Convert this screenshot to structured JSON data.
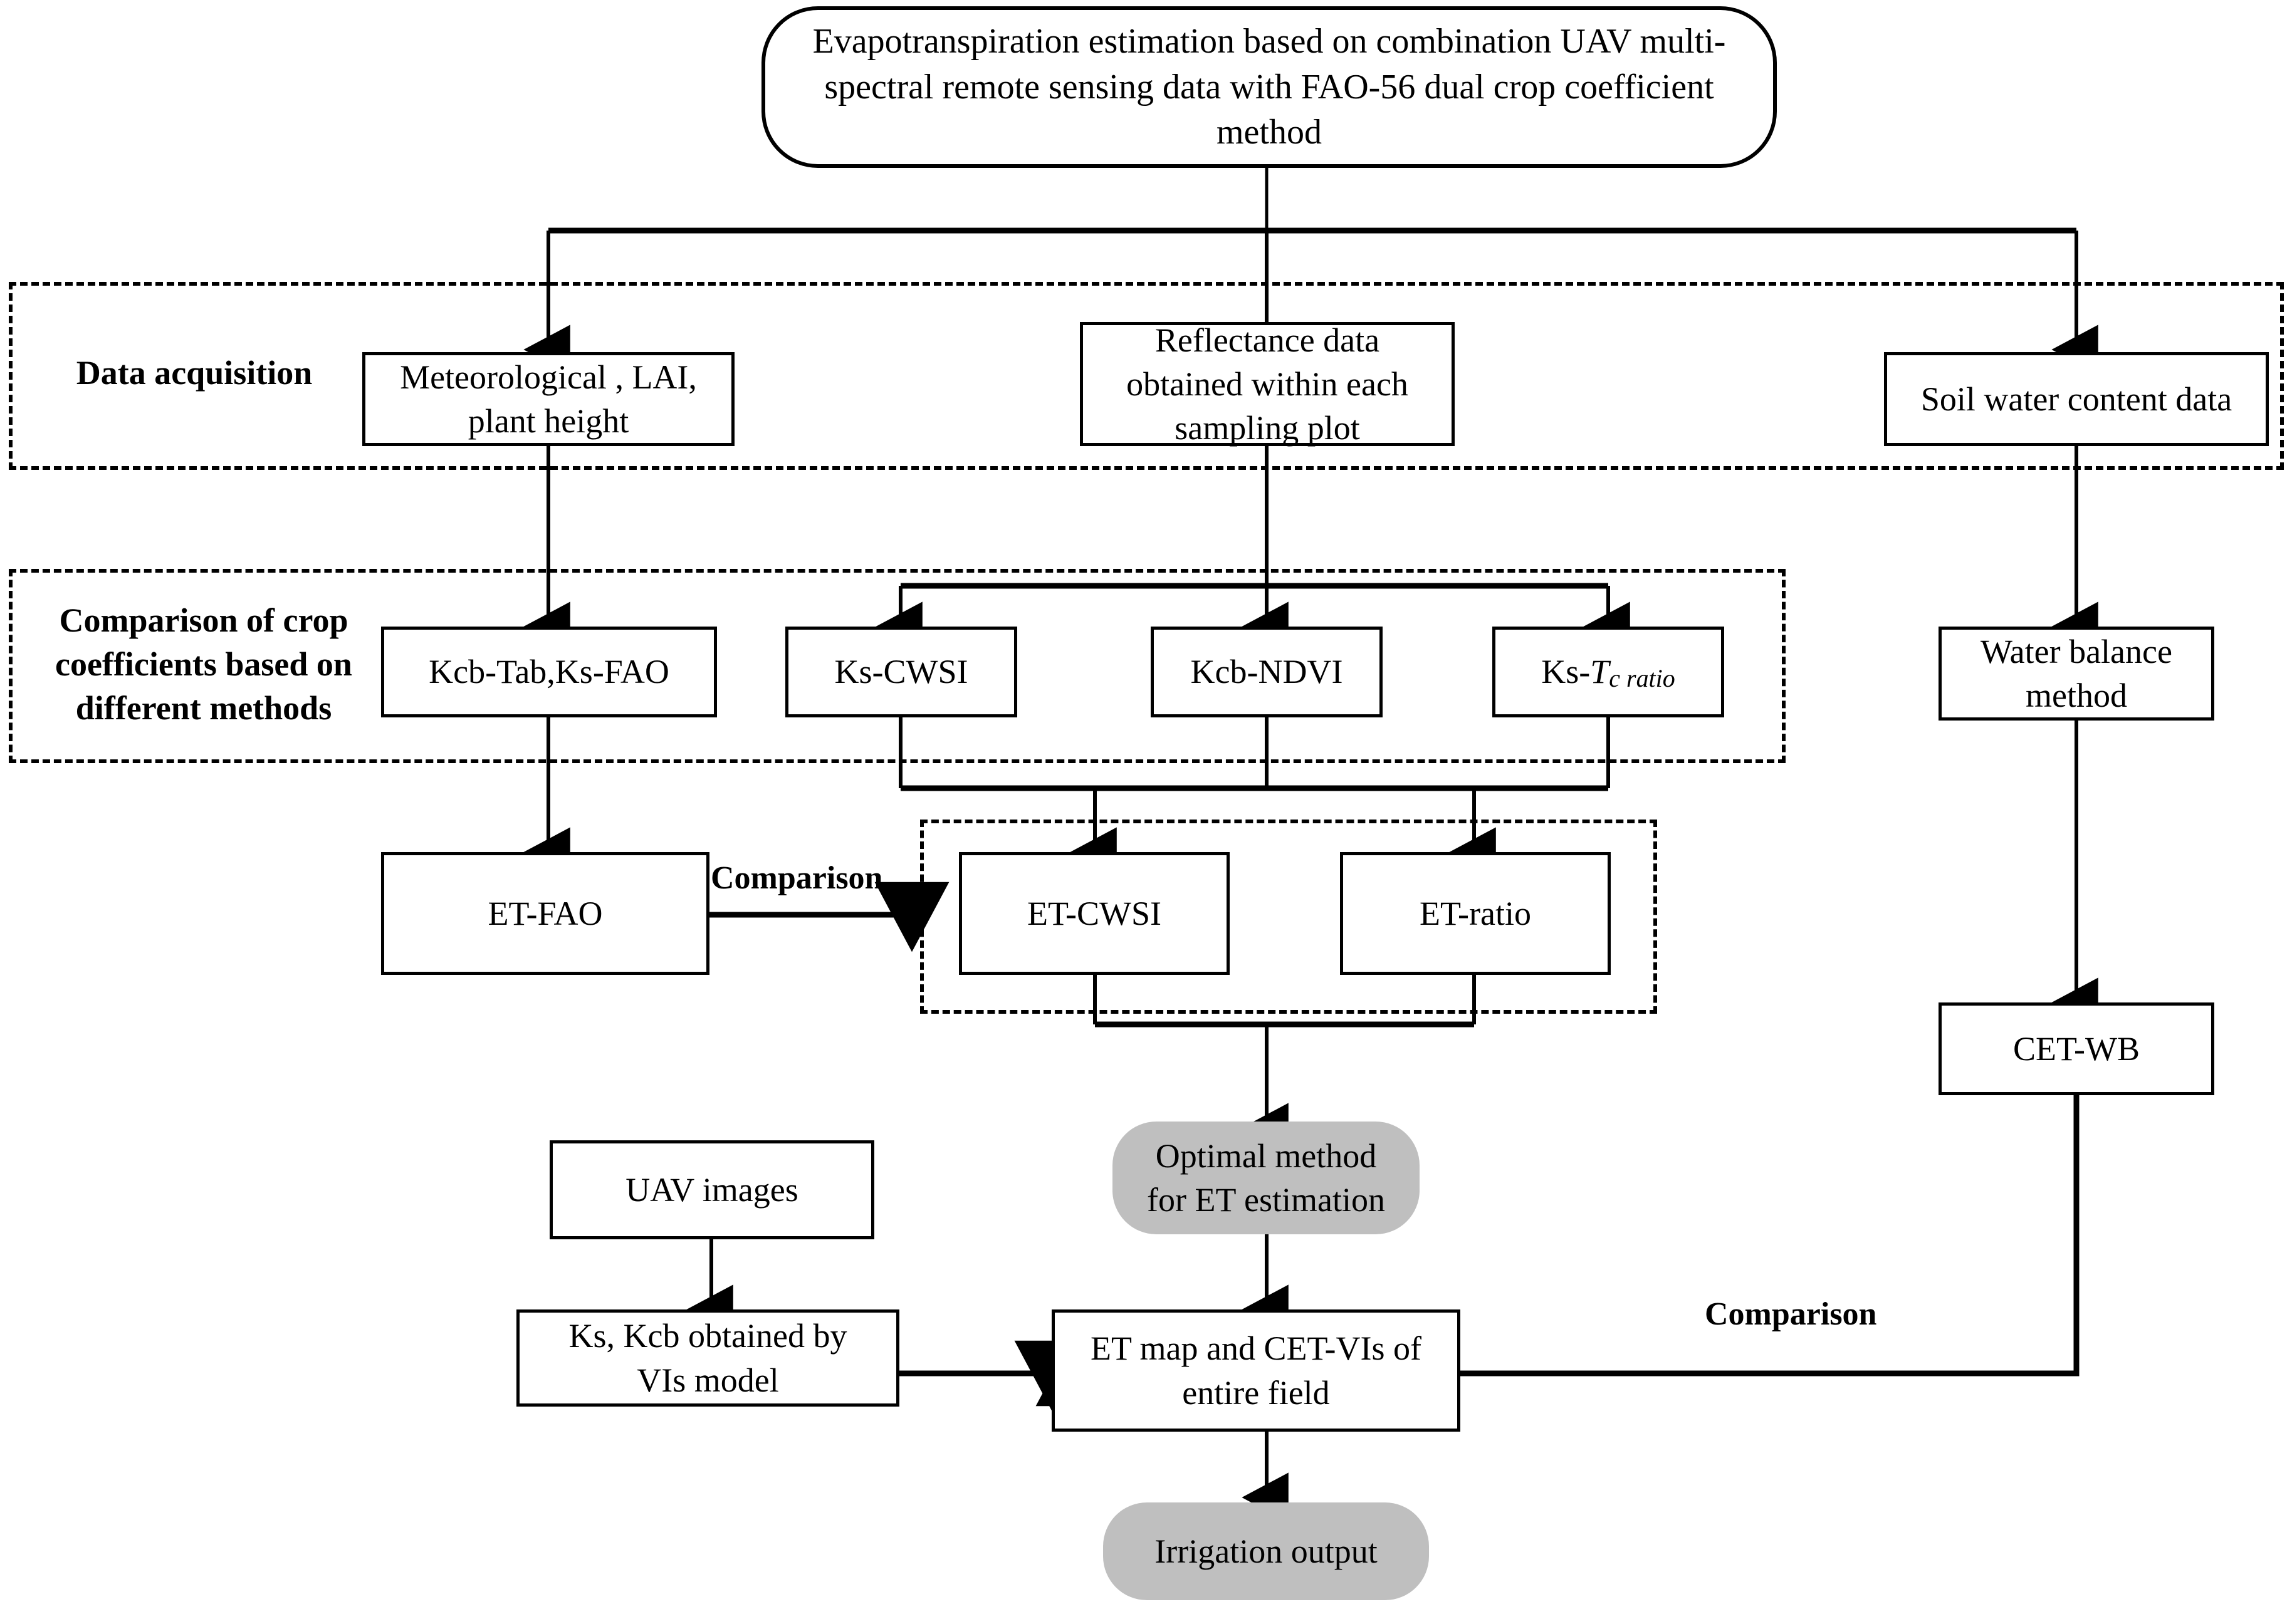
{
  "title_node": {
    "text": "Evapotranspiration estimation based  on combination UAV multi-spectral remote sensing data with  FAO-56 dual crop coefficient method"
  },
  "zones": [
    {
      "id": "data-acquisition",
      "label": "Data acquisition"
    },
    {
      "id": "crop-coefficients",
      "label": "Comparison of crop coefficients based on different methods"
    },
    {
      "id": "et-group",
      "label": ""
    }
  ],
  "zone_labels": {
    "data_acquisition": "Data acquisition",
    "crop_coefficients_l1": "Comparison of crop",
    "crop_coefficients_l2": "coefficients based on",
    "crop_coefficients_l3": "different methods"
  },
  "nodes": {
    "meteorological": {
      "line1": "Meteorological , LAI,",
      "line2": "plant height"
    },
    "reflectance": {
      "line1": "Reflectance  data",
      "line2": "obtained within each",
      "line3": "sampling plot"
    },
    "soil_water": {
      "line1": "Soil  water content data"
    },
    "kcb_tab_ks_fao": {
      "line1": "Kcb-Tab,Ks-FAO"
    },
    "ks_cwsi": {
      "line1": "Ks-CWSI"
    },
    "kcb_ndvi": {
      "line1": "Kcb-NDVI"
    },
    "ks_tc_ratio": {
      "prefix": "Ks-",
      "symbol": "T",
      "subscript": "c ratio"
    },
    "water_balance": {
      "line1": "Water balance",
      "line2": "method"
    },
    "et_fao": {
      "line1": "ET-FAO"
    },
    "et_cwsi": {
      "line1": "ET-CWSI"
    },
    "et_ratio": {
      "line1": "ET-ratio"
    },
    "cet_wb": {
      "line1": "CET-WB"
    },
    "optimal_method": {
      "line1": "Optimal method",
      "line2": "for ET estimation"
    },
    "uav_images": {
      "line1": "UAV images"
    },
    "vis_model": {
      "line1": "Ks, Kcb obtained by",
      "line2": "VIs model"
    },
    "et_map": {
      "line1": "ET map  and CET-VIs of",
      "line2": "entire field"
    },
    "irrigation_output": {
      "line1": "Irrigation output"
    }
  },
  "edge_labels": {
    "comparison_mid": "Comparison",
    "comparison_right": "Comparison"
  },
  "colors": {
    "stroke": "#000000",
    "node_fill": "#ffffff",
    "terminal_fill": "#bfbfbf",
    "background": "#ffffff"
  }
}
